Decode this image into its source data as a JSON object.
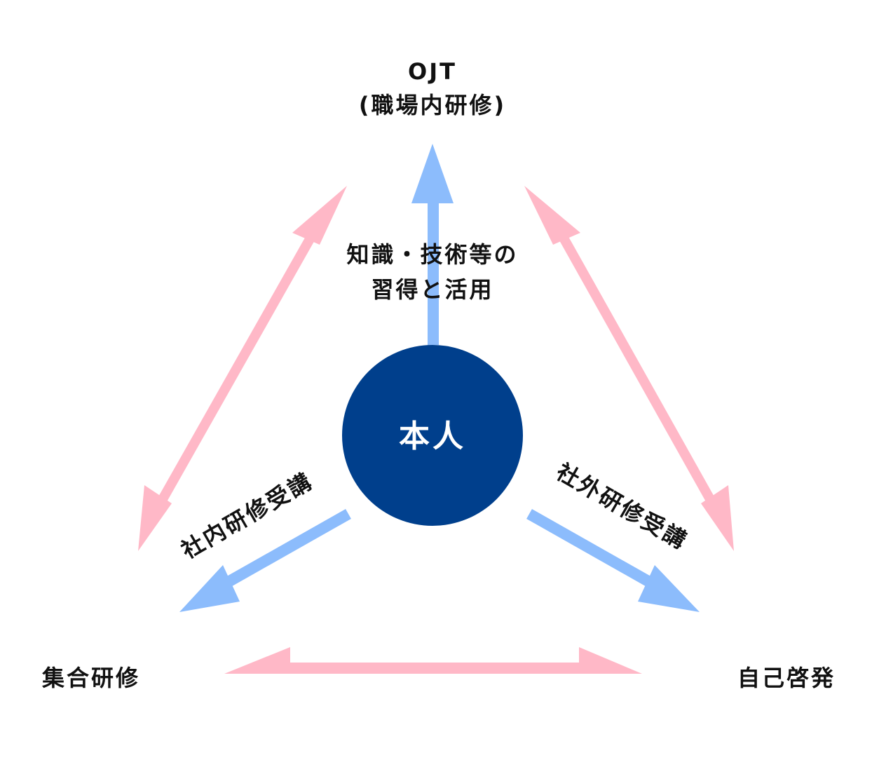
{
  "nodes": {
    "top": {
      "line1": "OJT",
      "line2": "(職場内研修)"
    },
    "bottom_left": "集合研修",
    "bottom_right": "自己啓発",
    "center": "本人"
  },
  "edge_labels": {
    "up": {
      "line1": "知識・技術等の",
      "line2": "習得と活用"
    },
    "left": "社内研修受講",
    "right": "社外研修受講"
  },
  "colors": {
    "center_fill": "#003f8c",
    "blue_arrow": "#8cbcfc",
    "pink_arrow": "#ffb8c7",
    "text": "#111111"
  }
}
